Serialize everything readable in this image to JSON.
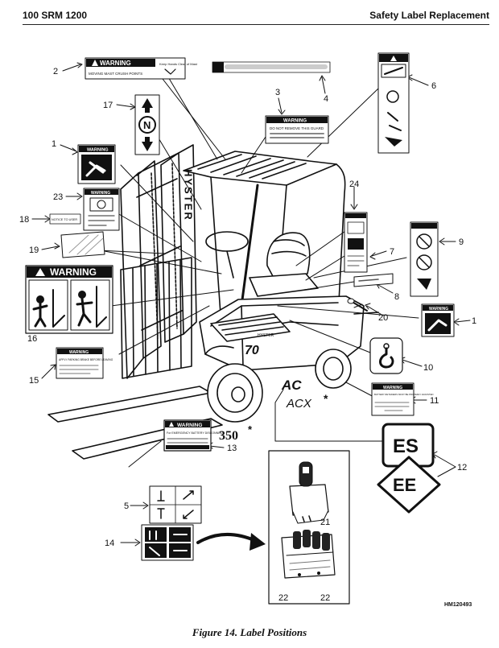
{
  "header": {
    "left": "100 SRM 1200",
    "right": "Safety Label Replacement"
  },
  "caption": "Figure 14. Label Positions",
  "figure_code": "HM120493",
  "callouts": [
    "1",
    "2",
    "3",
    "4",
    "5",
    "6",
    "7",
    "8",
    "9",
    "10",
    "11",
    "12",
    "13",
    "14",
    "15",
    "16",
    "17",
    "18",
    "19",
    "20",
    "21",
    "22",
    "23",
    "24"
  ],
  "labels": {
    "warning": "WARNING",
    "moving_mast": "MOVING MAST CRUSH POINTS",
    "keep_hands": "Keep Hands Clear of Mast",
    "do_not_remove": "DO NOT REMOVE THIS GUARD",
    "brand": "HYSTER",
    "brand_tag": "HYSTER",
    "model_70": "70",
    "model_350": "350",
    "ac_logo": "AC",
    "acx_logo": "ACX",
    "star": "*",
    "es": "ES",
    "ee": "EE",
    "n_symbol": "N",
    "notice": "NOTICE TO USER",
    "warning_15_text": "APPLY PARKING BRAKE BEFORE LEAVING",
    "warning_13_text": "For EMERGENCY BATTERY DISCONNECT",
    "warning_11_text": "BATTERY RETAINERS MUST BE PROPERLY ADJUSTED"
  }
}
